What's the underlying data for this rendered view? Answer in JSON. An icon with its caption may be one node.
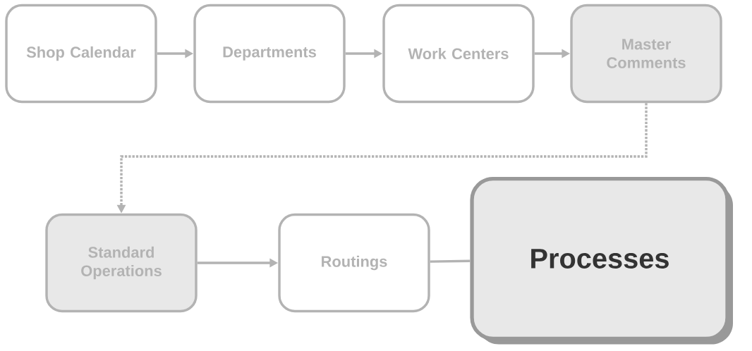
{
  "diagram": {
    "nodes": [
      {
        "text": [
          "Shop Calendar"
        ]
      },
      {
        "text": [
          "Departments"
        ]
      },
      {
        "text": [
          "Work Centers"
        ]
      },
      {
        "text": [
          "Master Comments"
        ]
      },
      {
        "text": [
          "Standard Operations"
        ]
      },
      {
        "text": [
          "Routings"
        ]
      },
      {
        "text": [
          "Processes"
        ]
      }
    ],
    "edges": [
      {
        "from": 0,
        "to": 1,
        "arrow": "to"
      },
      {
        "from": 1,
        "to": 2,
        "arrow": "to"
      },
      {
        "from": 2,
        "to": 3,
        "arrow": "to"
      },
      {
        "from": 3,
        "to": 4,
        "arrow": "to",
        "style": "dashed"
      },
      {
        "from": 4,
        "to": 5,
        "arrow": "to"
      },
      {
        "from": 5,
        "to": 6,
        "arrow": "none"
      }
    ]
  }
}
